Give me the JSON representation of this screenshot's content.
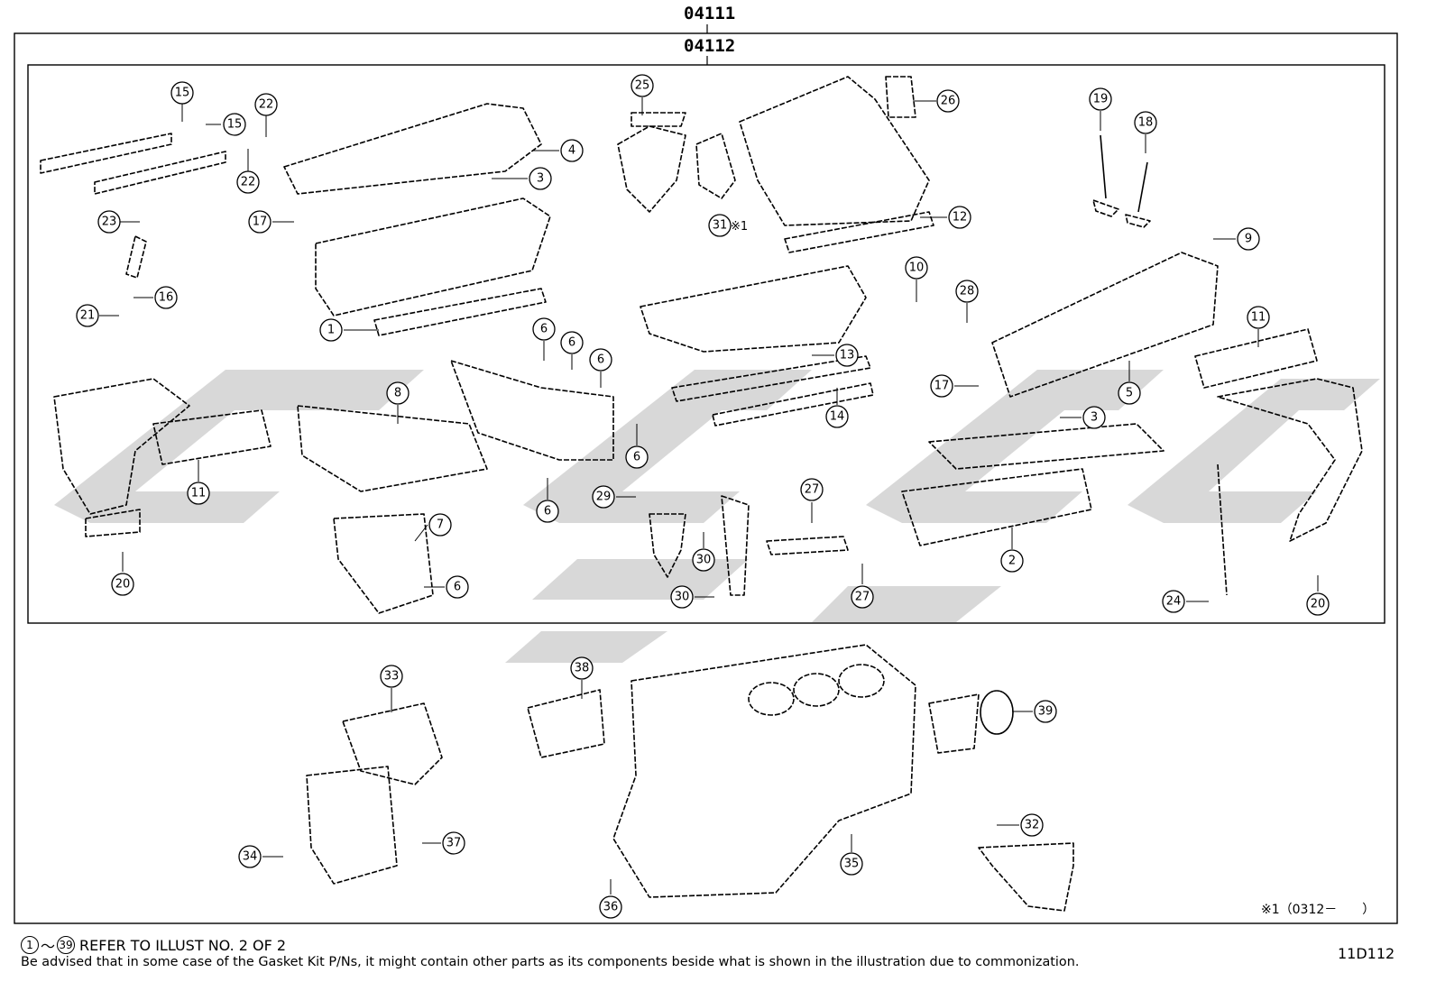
{
  "kits": {
    "overhaul": "04111",
    "head": "04112"
  },
  "callouts": [
    {
      "n": "15"
    },
    {
      "n": "15"
    },
    {
      "n": "22"
    },
    {
      "n": "22"
    },
    {
      "n": "23"
    },
    {
      "n": "16"
    },
    {
      "n": "21"
    },
    {
      "n": "17"
    },
    {
      "n": "3"
    },
    {
      "n": "4"
    },
    {
      "n": "1"
    },
    {
      "n": "25"
    },
    {
      "n": "31"
    },
    {
      "n": "26"
    },
    {
      "n": "12"
    },
    {
      "n": "19"
    },
    {
      "n": "18"
    },
    {
      "n": "9"
    },
    {
      "n": "10"
    },
    {
      "n": "28"
    },
    {
      "n": "11"
    },
    {
      "n": "6"
    },
    {
      "n": "6"
    },
    {
      "n": "6"
    },
    {
      "n": "6"
    },
    {
      "n": "6"
    },
    {
      "n": "6"
    },
    {
      "n": "13"
    },
    {
      "n": "14"
    },
    {
      "n": "17"
    },
    {
      "n": "5"
    },
    {
      "n": "3"
    },
    {
      "n": "8"
    },
    {
      "n": "11"
    },
    {
      "n": "20"
    },
    {
      "n": "7"
    },
    {
      "n": "29"
    },
    {
      "n": "30"
    },
    {
      "n": "30"
    },
    {
      "n": "27"
    },
    {
      "n": "27"
    },
    {
      "n": "2"
    },
    {
      "n": "24"
    },
    {
      "n": "20"
    },
    {
      "n": "33"
    },
    {
      "n": "38"
    },
    {
      "n": "39"
    },
    {
      "n": "34"
    },
    {
      "n": "37"
    },
    {
      "n": "35"
    },
    {
      "n": "36"
    },
    {
      "n": "32"
    }
  ],
  "callout31_suffix": "※1",
  "footnote_marker": "※1（0312－　　）",
  "footer": {
    "range_start": "1",
    "tilde": "～",
    "range_end": "39",
    "refer_text": "REFER TO ILLUST NO. 2 OF 2",
    "advisory": "Be advised that in some case of the Gasket Kit P/Ns,  it might contain other parts as its components beside what is shown in the illustration due to commonization.",
    "illustration_id": "11D112"
  }
}
